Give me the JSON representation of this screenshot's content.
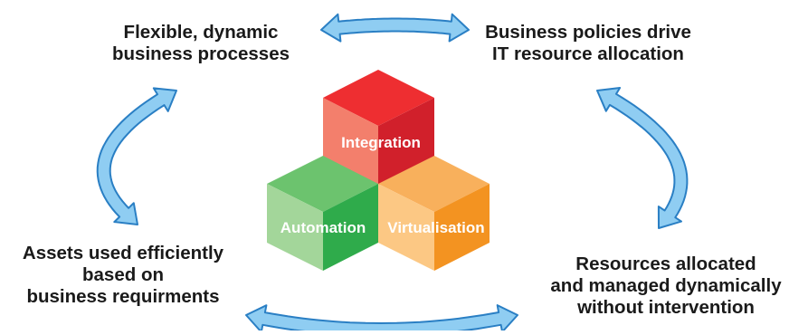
{
  "captions": {
    "top_left": [
      "Flexible, dynamic",
      "business processes"
    ],
    "top_right": [
      "Business policies drive",
      "IT resource allocation"
    ],
    "bottom_left": [
      "Assets used efficiently",
      "based on",
      "business requirments"
    ],
    "bottom_right": [
      "Resources allocated",
      "and managed dynamically",
      "without intervention"
    ]
  },
  "cubes": {
    "integration": {
      "label": "Integration",
      "top": "#ee2e31",
      "left": "#f37f6c",
      "right": "#d1202b"
    },
    "automation": {
      "label": "Automation",
      "top": "#6cc36e",
      "left": "#a3d69a",
      "right": "#2fab4b"
    },
    "virtualisation": {
      "label": "Virtualisation",
      "top": "#f8b05c",
      "left": "#fcc884",
      "right": "#f39321"
    }
  },
  "colors": {
    "arrow_fill": "#8fcdf2",
    "arrow_stroke": "#2a7fc4"
  }
}
